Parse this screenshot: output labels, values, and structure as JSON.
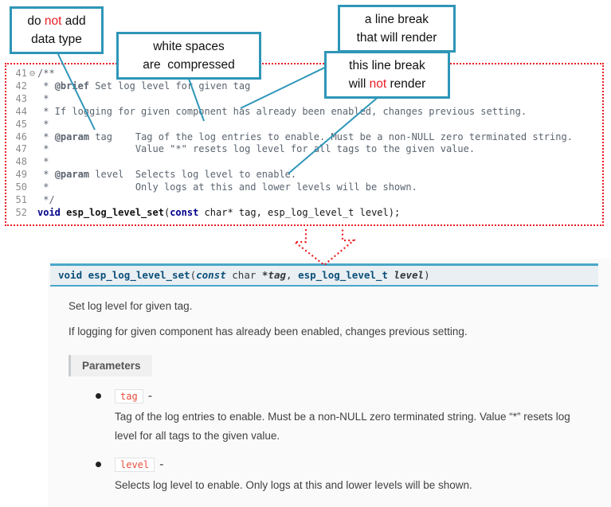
{
  "colors": {
    "accent_teal": "#2e96b8",
    "dotted_red": "#ea1c24",
    "param_chip_red": "#e74c3c",
    "sig_border_teal": "#4aa7c9"
  },
  "callouts": {
    "no_datatype": {
      "pre": "do ",
      "negation": "not",
      "post": " add",
      "line2": "data type"
    },
    "whitespace": {
      "line1": "white spaces",
      "line2": "are  compressed"
    },
    "linebreak_render": {
      "line1": "a line break",
      "line2": "that will render"
    },
    "linebreak_norender": {
      "line1": "this line break",
      "pre": "will ",
      "negation": "not",
      "post": " render"
    }
  },
  "editor": {
    "lines": [
      {
        "num": "41",
        "fold": "⊖",
        "pre": "/**"
      },
      {
        "num": "42",
        "pre": " * ",
        "tag": "@brief",
        "post": " Set log level for given tag"
      },
      {
        "num": "43",
        "pre": " *"
      },
      {
        "num": "44",
        "pre": " * If logging for given component has already been enabled, changes previous setting."
      },
      {
        "num": "45",
        "pre": " *"
      },
      {
        "num": "46",
        "pre": " * ",
        "tag": "@param",
        "post": " tag    Tag of the log entries to enable. Must be a non-NULL zero terminated string."
      },
      {
        "num": "47",
        "pre": " *               Value \"*\" resets log level for all tags to the given value."
      },
      {
        "num": "48",
        "pre": " *"
      },
      {
        "num": "49",
        "pre": " * ",
        "tag": "@param",
        "post": " level  Selects log level to enable."
      },
      {
        "num": "50",
        "pre": " *               Only logs at this and lower levels will be shown."
      },
      {
        "num": "51",
        "pre": " */"
      }
    ],
    "decl": {
      "num": "52",
      "kw1": "void",
      "sep1": " ",
      "name": "esp_log_level_set",
      "open": "(",
      "kw2": "const",
      "rest": " char* tag, esp_log_level_t level);"
    }
  },
  "doc": {
    "signature": {
      "ret": "void ",
      "name": "esp_log_level_set",
      "open": "(",
      "kw_const": "const",
      "t_char": " char ",
      "arg1": "*tag",
      "comma": ", ",
      "t_type": "esp_log_level_t",
      "space": " ",
      "arg2": "level",
      "close": ")"
    },
    "p1": "Set log level for given tag.",
    "p2": "If logging for given component has already been enabled, changes previous setting.",
    "params_label": "Parameters",
    "params": [
      {
        "name": "tag",
        "dash": "-",
        "desc": "Tag of the log entries to enable. Must be a non-NULL zero terminated string. Value “*” resets log level for all tags to the given value."
      },
      {
        "name": "level",
        "dash": "-",
        "desc": "Selects log level to enable. Only logs at this and lower levels will be shown."
      }
    ]
  }
}
